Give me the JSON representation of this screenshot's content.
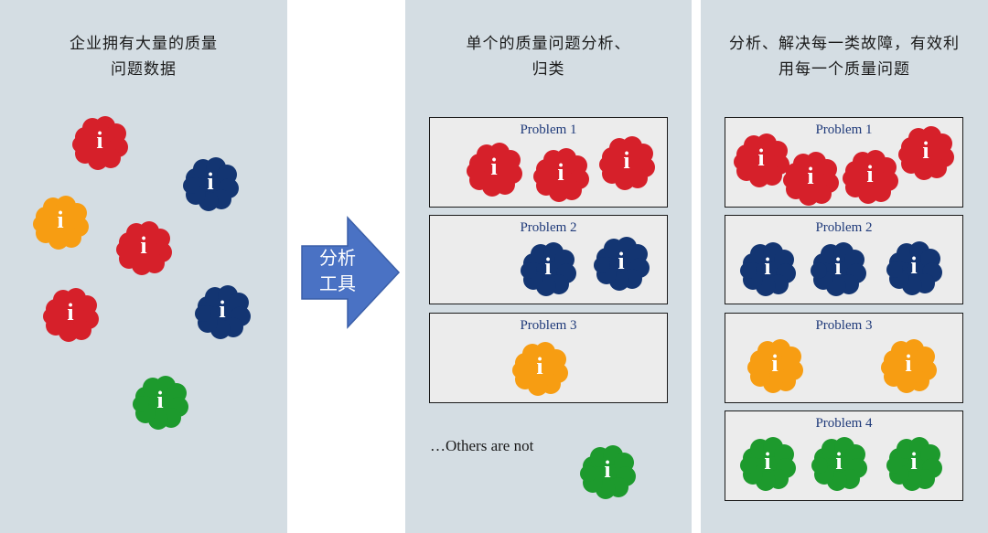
{
  "colors": {
    "red": "#d6202a",
    "navy": "#133572",
    "orange": "#f79d12",
    "green": "#1d9a2d",
    "arrow": "#4a72c4",
    "panel": "#d4dde3",
    "box": "#ececec"
  },
  "icon": {
    "glyph": "i",
    "name": "info-cloud-icon"
  },
  "left_panel": {
    "title_line1": "企业拥有大量的质量",
    "title_line2": "问题数据"
  },
  "arrow": {
    "line1": "分析",
    "line2": "工具"
  },
  "middle_panel": {
    "title_line1": "单个的质量问题分析、",
    "title_line2": "归类",
    "problems": [
      {
        "label": "Problem 1"
      },
      {
        "label": "Problem 2"
      },
      {
        "label": "Problem 3"
      }
    ],
    "others_note": "…Others are not"
  },
  "right_panel": {
    "title_line1": "分析、解决每一类故障，有效利",
    "title_line2": "用每一个质量问题",
    "problems": [
      {
        "label": "Problem 1"
      },
      {
        "label": "Problem 2"
      },
      {
        "label": "Problem 3"
      },
      {
        "label": "Problem 4"
      }
    ]
  }
}
